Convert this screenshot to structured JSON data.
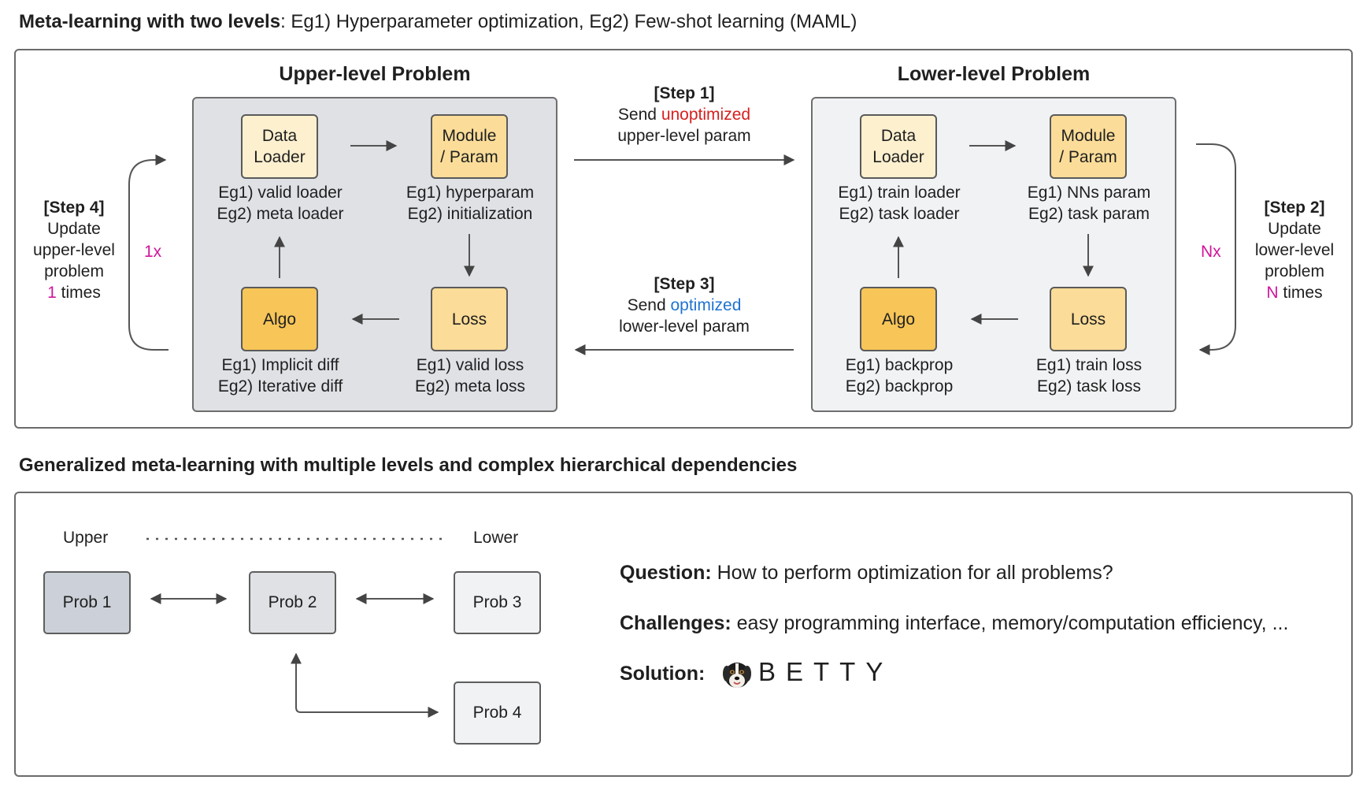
{
  "top": {
    "heading_bold": "Meta-learning with two levels",
    "heading_rest": ": Eg1) Hyperparameter optimization, Eg2) Few-shot learning (MAML)",
    "upper": {
      "title": "Upper-level Problem",
      "data_loader": [
        "Data",
        "Loader"
      ],
      "module_param": [
        "Module",
        "/ Param"
      ],
      "algo": "Algo",
      "loss": "Loss",
      "data_loader_caption": [
        "Eg1) valid loader",
        "Eg2) meta loader"
      ],
      "module_param_caption": [
        "Eg1) hyperparam",
        "Eg2) initialization"
      ],
      "algo_caption": [
        "Eg1) Implicit diff",
        "Eg2) Iterative diff"
      ],
      "loss_caption": [
        "Eg1) valid loss",
        "Eg2) meta loss"
      ]
    },
    "lower": {
      "title": "Lower-level Problem",
      "data_loader": [
        "Data",
        "Loader"
      ],
      "module_param": [
        "Module",
        "/ Param"
      ],
      "algo": "Algo",
      "loss": "Loss",
      "data_loader_caption": [
        "Eg1) train loader",
        "Eg2) task loader"
      ],
      "module_param_caption": [
        "Eg1) NNs param",
        "Eg2) task param"
      ],
      "algo_caption": [
        "Eg1) backprop",
        "Eg2) backprop"
      ],
      "loss_caption": [
        "Eg1) train loss",
        "Eg2) task loss"
      ]
    },
    "step1": {
      "label": "[Step 1]",
      "pre": "Send ",
      "highlight": "unoptimized",
      "line2": "upper-level param"
    },
    "step3": {
      "label": "[Step 3]",
      "pre": "Send ",
      "highlight": "optimized",
      "line2": "lower-level param"
    },
    "step4": {
      "label": "[Step 4]",
      "line1": "Update",
      "line2": "upper-level",
      "line3": "problem",
      "count": "1",
      "times": " times",
      "repeat": "1x"
    },
    "step2": {
      "label": "[Step 2]",
      "line1": "Update",
      "line2": "lower-level",
      "line3": "problem",
      "count": "N",
      "times": " times",
      "repeat": "Nx"
    }
  },
  "bottom": {
    "heading": "Generalized meta-learning with multiple levels and complex hierarchical dependencies",
    "upper_label": "Upper",
    "lower_label": "Lower",
    "probs": [
      "Prob 1",
      "Prob 2",
      "Prob 3",
      "Prob 4"
    ],
    "question_label": "Question:",
    "question_text": " How to perform optimization for all problems?",
    "challenges_label": "Challenges:",
    "challenges_text": " easy programming interface, memory/computation efficiency, ...",
    "solution_label": "Solution:",
    "solution_text": "BETTY"
  },
  "colors": {
    "panel_upper": "#dfe1e5",
    "panel_lower": "#f1f2f4",
    "data_loader_fill": "#fdf0cf",
    "module_fill": "#fbdd99",
    "algo_fill": "#f7c558",
    "loss_fill": "#fbdc98",
    "prob1_fill": "#ccd1d9",
    "prob2_fill": "#dfe1e5",
    "prob34_fill": "#f1f2f4",
    "highlight_magenta": "#d0149a",
    "highlight_red": "#d6201f",
    "highlight_blue": "#1f73d1"
  }
}
